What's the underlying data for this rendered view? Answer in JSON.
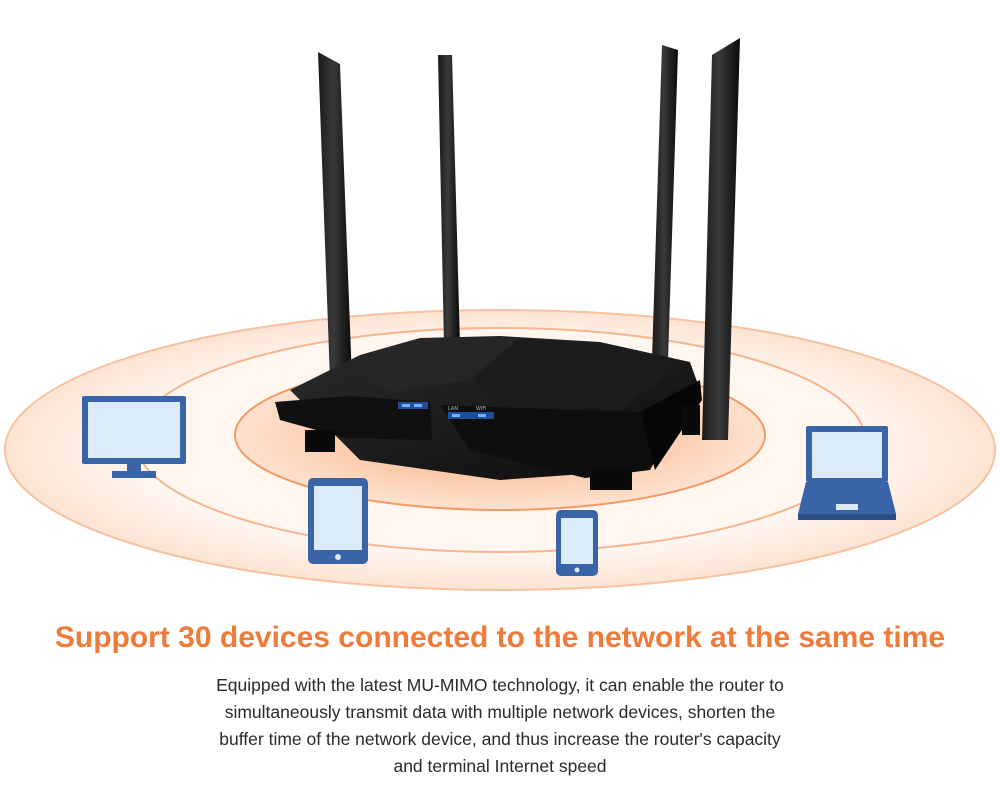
{
  "colors": {
    "accent": "#f07a3a",
    "ring_fill": "#fde7d8",
    "ring_stroke": "#f6b58f",
    "device_blue": "#3a64a8",
    "screen_blue": "#dcebf8",
    "router_black": "#141414",
    "text": "#2a2a2a"
  },
  "illustration": {
    "router": {
      "led_labels": [
        "LAN",
        "WiFi"
      ]
    },
    "devices": [
      {
        "icon": "desktop-monitor-icon"
      },
      {
        "icon": "tablet-icon"
      },
      {
        "icon": "smartphone-icon"
      },
      {
        "icon": "laptop-icon"
      }
    ]
  },
  "headline": "Support 30 devices connected to the network at the same time",
  "description": {
    "lines": [
      "Equipped with the latest MU-MIMO technology, it can enable the router to",
      "simultaneously transmit data with multiple network devices, shorten the",
      "buffer time of the network device, and thus increase the router's capacity",
      "and terminal Internet speed"
    ]
  }
}
